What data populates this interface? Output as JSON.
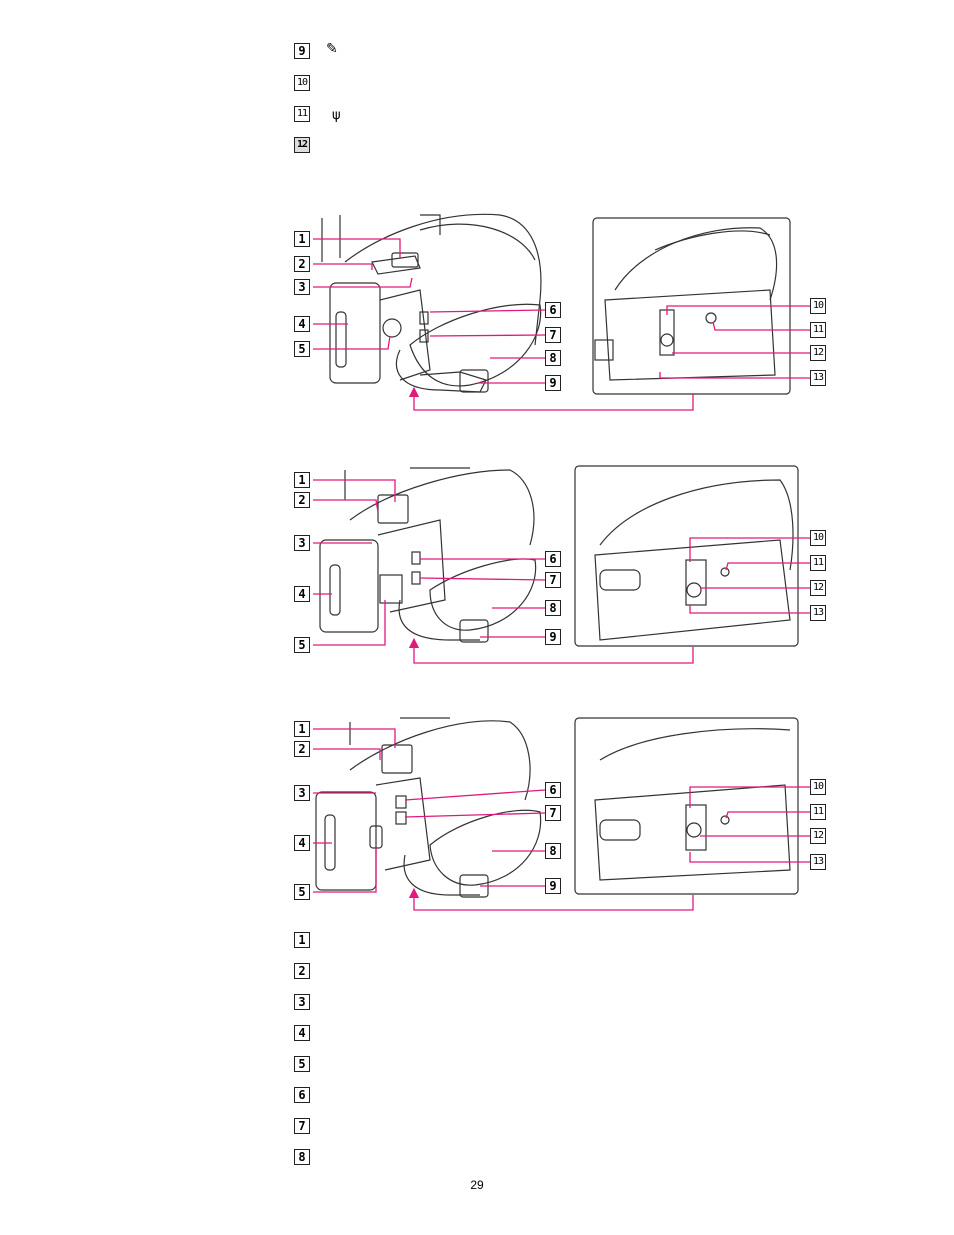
{
  "top_items": [
    {
      "num": "9",
      "symbol": "✎"
    },
    {
      "num": "10",
      "symbol": ""
    },
    {
      "num": "11",
      "symbol": "ψ"
    },
    {
      "num": "12",
      "symbol": ""
    }
  ],
  "callouts_left": [
    "1",
    "2",
    "3",
    "4",
    "5",
    "6",
    "7",
    "8",
    "9"
  ],
  "callouts_right": [
    "10",
    "11",
    "12",
    "13"
  ],
  "bottom_items": [
    "1",
    "2",
    "3",
    "4",
    "5",
    "6",
    "7",
    "8"
  ],
  "page_number": "29",
  "accent_color": "#e0197d"
}
